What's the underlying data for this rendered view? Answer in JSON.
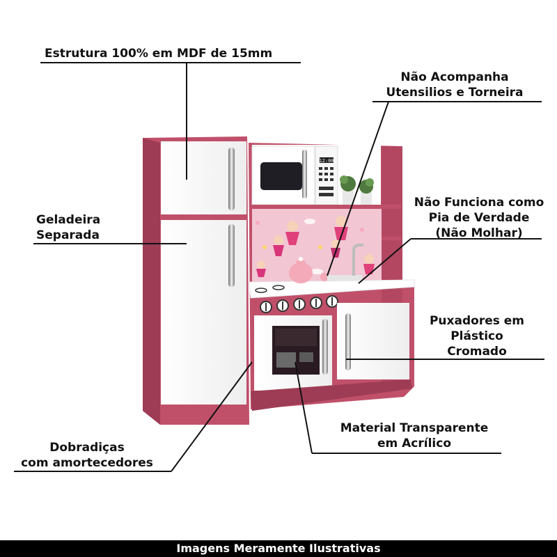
{
  "colors": {
    "cabinet": "#c0506a",
    "cabinet_dark": "#9e3c55",
    "door": "#ffffff",
    "line": "#111111",
    "footer_bg": "#000000",
    "footer_text": "#ffffff",
    "wallpaper": "#f2c6d3"
  },
  "labels": {
    "estrutura": "Estrutura 100% em MDF de 15mm",
    "utensilios_line1": "Não Acompanha",
    "utensilios_line2": "Utensilios e Torneira",
    "geladeira_line1": "Geladeira",
    "geladeira_line2": "Separada",
    "pia_line1": "Não Funciona como",
    "pia_line2": "Pia de Verdade",
    "pia_line3": "(Não Molhar)",
    "puxadores_line1": "Puxadores em",
    "puxadores_line2": "Plástico",
    "puxadores_line3": "Cromado",
    "material_line1": "Material Transparente",
    "material_line2": "em Acrílico",
    "dobradicas_line1": "Dobradiças",
    "dobradicas_line2": "com amortecedores"
  },
  "microwave_display": "12:00",
  "footer": "Imagens Meramente Ilustrativas"
}
